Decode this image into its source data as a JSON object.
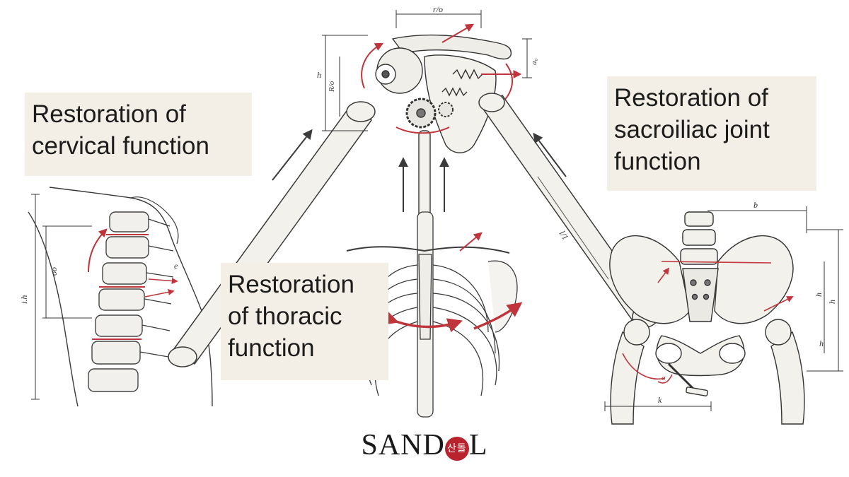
{
  "labels": {
    "cervical": [
      "Restoration of",
      "cervical function"
    ],
    "thoracic": [
      "Restoration",
      "of thoracic",
      "function"
    ],
    "sacroiliac": [
      "Restoration of",
      "sacroiliac joint",
      "function"
    ]
  },
  "dimensions": {
    "top_width": "r/o",
    "shoulder_height": "h",
    "shoulder_inner": "R/o",
    "shoulder_right": "a₀",
    "neck_outer": "i.h",
    "neck_inner": "oo",
    "neck_e": "e",
    "arm_right": "l/1",
    "pelvis_top": "b",
    "pelvis_h1": "h",
    "pelvis_h2": "h",
    "pelvis_h3": "h",
    "pelvis_bottom": "k",
    "pelvis_angle": "a"
  },
  "brand": {
    "left": "SAND",
    "seal": "산돌",
    "right": "L"
  },
  "colors": {
    "ink": "#2a2a2a",
    "accent_red": "#c0353b",
    "label_bg": "#f4efe6"
  }
}
